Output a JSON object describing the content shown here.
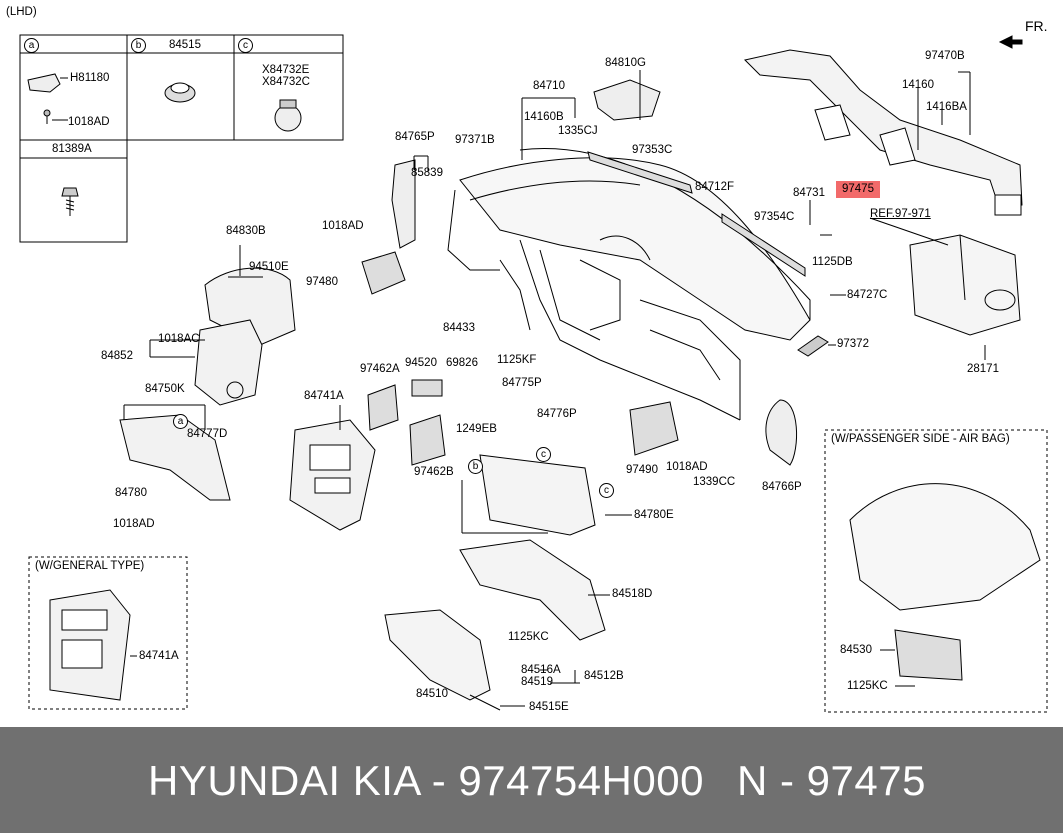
{
  "header": {
    "variant": "(LHD)",
    "direction": "FR."
  },
  "legend": {
    "a": {
      "key": "a",
      "parts": [
        "H81180",
        "1018AD"
      ]
    },
    "b": {
      "key": "b",
      "parts": [
        "84515"
      ]
    },
    "c": {
      "key": "c",
      "parts": [
        "X84732E",
        "X84732C"
      ]
    },
    "extra": {
      "part": "81389A"
    }
  },
  "labels": {
    "l84810G": "84810G",
    "l97470B": "97470B",
    "l84710": "84710",
    "l14160B": "14160B",
    "l1335CJ": "1335CJ",
    "l14160": "14160",
    "l1416BA": "1416BA",
    "l84765P": "84765P",
    "l97371B": "97371B",
    "l97353C": "97353C",
    "l85839": "85839",
    "l84712F": "84712F",
    "l84731": "84731",
    "l97475": "97475",
    "lRef": "REF.97-971",
    "l1018AD_a": "1018AD",
    "l97354C": "97354C",
    "l84830B": "84830B",
    "l1125DB": "1125DB",
    "l94510E": "94510E",
    "l97480": "97480",
    "l84727C": "84727C",
    "l84433": "84433",
    "l1018AC": "1018AC",
    "l97372": "97372",
    "l84852": "84852",
    "l28171": "28171",
    "l1125KF": "1125KF",
    "l97462A": "97462A",
    "l94520": "94520",
    "l69826": "69826",
    "l84750K": "84750K",
    "l84775P": "84775P",
    "l84741A": "84741A",
    "l84776P": "84776P",
    "l84777D": "84777D",
    "l1249EB": "1249EB",
    "l97462B": "97462B",
    "l97490": "97490",
    "l1018AD_b": "1018AD",
    "l1339CC": "1339CC",
    "l84766P": "84766P",
    "l84780": "84780",
    "l84780E": "84780E",
    "l1018AD_c": "1018AD",
    "l84518D": "84518D",
    "l1125KC_a": "1125KC",
    "l84741A_b": "84741A",
    "l84516A": "84516A",
    "l84519": "84519",
    "l84512B": "84512B",
    "l84510": "84510",
    "l84515E": "84515E",
    "l84530": "84530",
    "l1125KC_b": "1125KC"
  },
  "insets": {
    "general": "(W/GENERAL TYPE)",
    "airbag": "(W/PASSENGER SIDE - AIR BAG)"
  },
  "footer": {
    "brand": "HYUNDAI  KIA - 974754H000",
    "ref": "N - 97475"
  },
  "colors": {
    "highlight": "#f26a6a",
    "footer_bg": "#707070",
    "footer_text": "#ffffff"
  }
}
